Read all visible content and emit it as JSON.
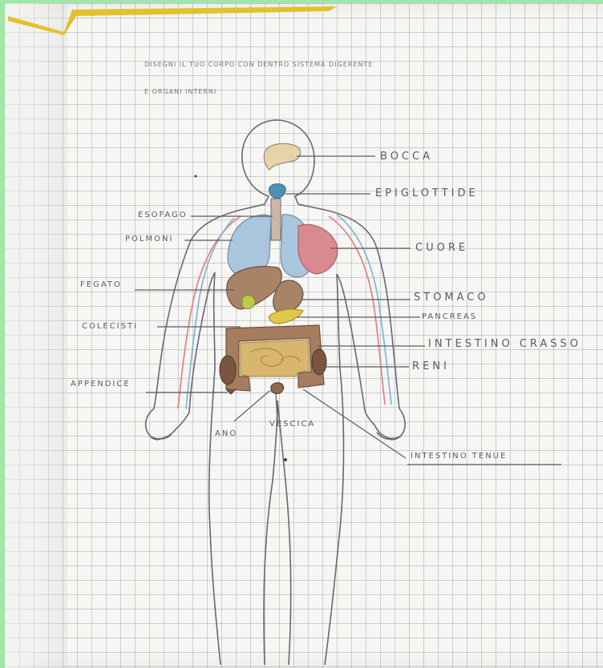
{
  "title_lines": [
    "DISEGNI IL TUO CORPO CON DENTRO SISTEMA DIGERENTE",
    "E ORGANI INTERNI"
  ],
  "labels": {
    "bocca": "BOCCA",
    "epiglottide": "EPIGLOTTIDE",
    "esofago": "ESOFAGO",
    "polmoni": "POLMONI",
    "cuore": "CUORE",
    "fegato": "FEGATO",
    "stomaco": "STOMACO",
    "pancreas": "PANCREAS",
    "cistifellea": "COLECISTI",
    "intestino_crasso": "INTESTINO CRASSO",
    "reni": "RENI",
    "appendice": "APPENDICE",
    "ano": "ANO",
    "vescica": "VESCICA",
    "intestino_tenue": "INTESTINO TENUE"
  },
  "colors": {
    "paper": "#f6f6f3",
    "grid": "#9aa2ba",
    "pencil": "#5d5a63",
    "lungs": "#a9c6dc",
    "heart": "#d98a8e",
    "liver": "#a88368",
    "stomach": "#a88368",
    "pancreas": "#e0c84a",
    "gallbladder": "#bcc94b",
    "large_intestine": "#a57c5e",
    "small_intestine": "#d9b670",
    "kidneys": "#7a5640",
    "epiglottis": "#4f8fb4",
    "mouth": "#e7d3aa",
    "artery_line": "#e27b82",
    "vein_line": "#7fb0d6",
    "background": "#9fe6a8",
    "notebook_edge": "#e1c22a"
  }
}
